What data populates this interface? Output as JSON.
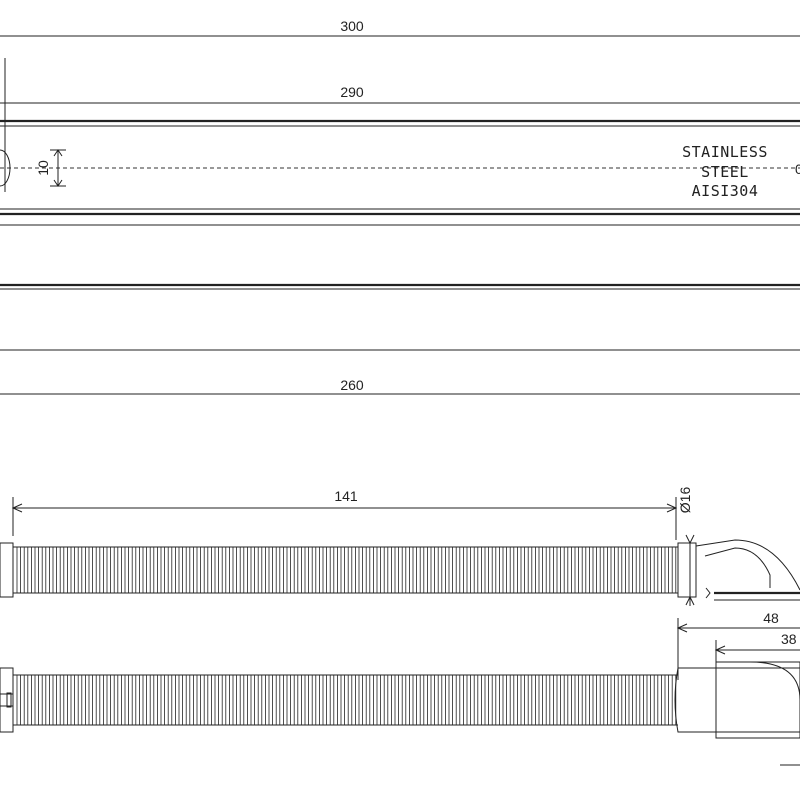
{
  "dimensions": {
    "overall_length": "300",
    "inner_length": "290",
    "slot_width": "10",
    "bottom_length": "260",
    "hose_length": "141",
    "hose_diameter": "Ø16",
    "elbow_length": "48",
    "outlet_length": "38"
  },
  "material": {
    "line1": "STAINLESS",
    "line2": "STEEL",
    "line3": "AISI304"
  }
}
